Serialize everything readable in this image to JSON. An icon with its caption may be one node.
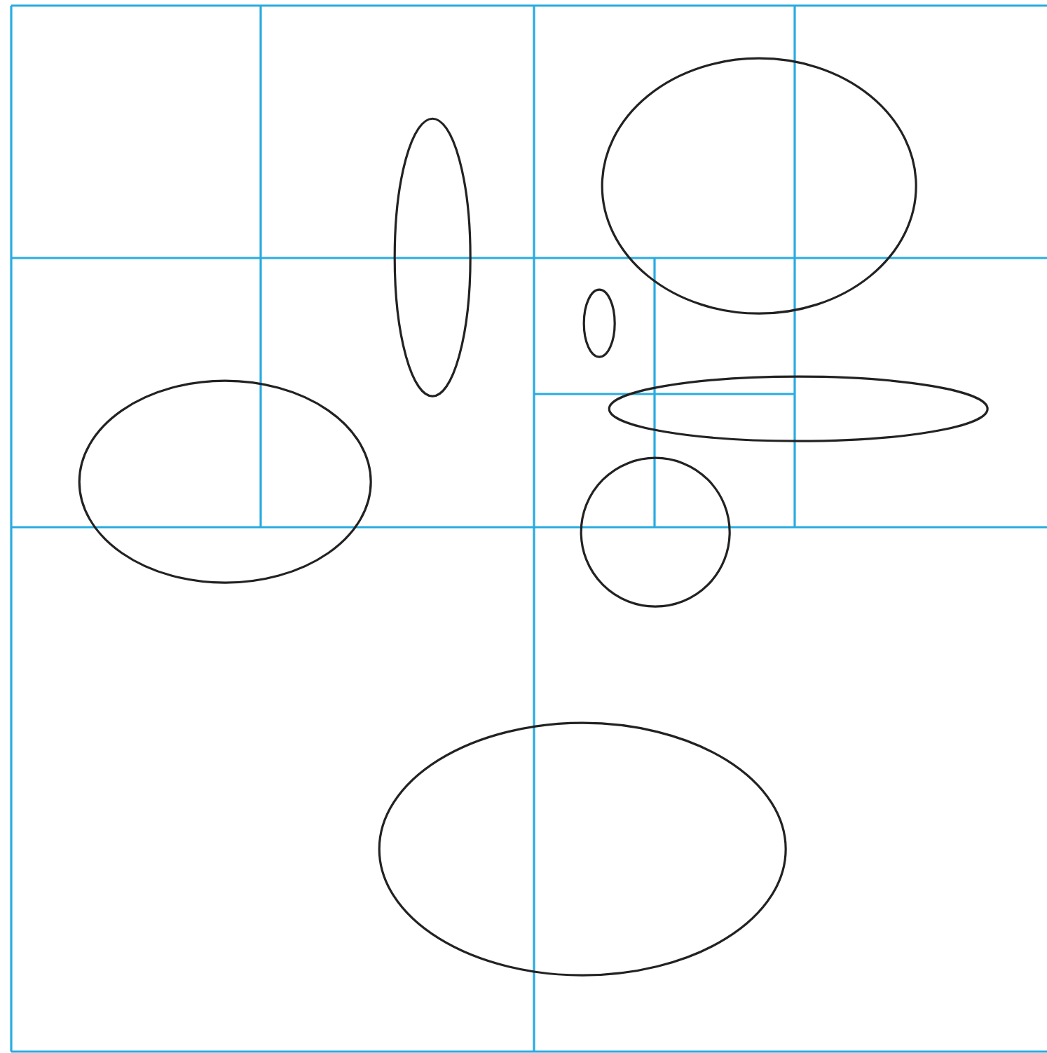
{
  "diagram": {
    "nodes": [
      {
        "text": [],
        "shape": "ellipse"
      },
      {
        "text": [],
        "shape": "ellipse"
      },
      {
        "text": [],
        "shape": "ellipse"
      },
      {
        "text": [],
        "shape": "ellipse"
      },
      {
        "text": [],
        "shape": "ellipse"
      },
      {
        "text": [],
        "shape": "circle"
      },
      {
        "text": [],
        "shape": "ellipse"
      }
    ]
  }
}
